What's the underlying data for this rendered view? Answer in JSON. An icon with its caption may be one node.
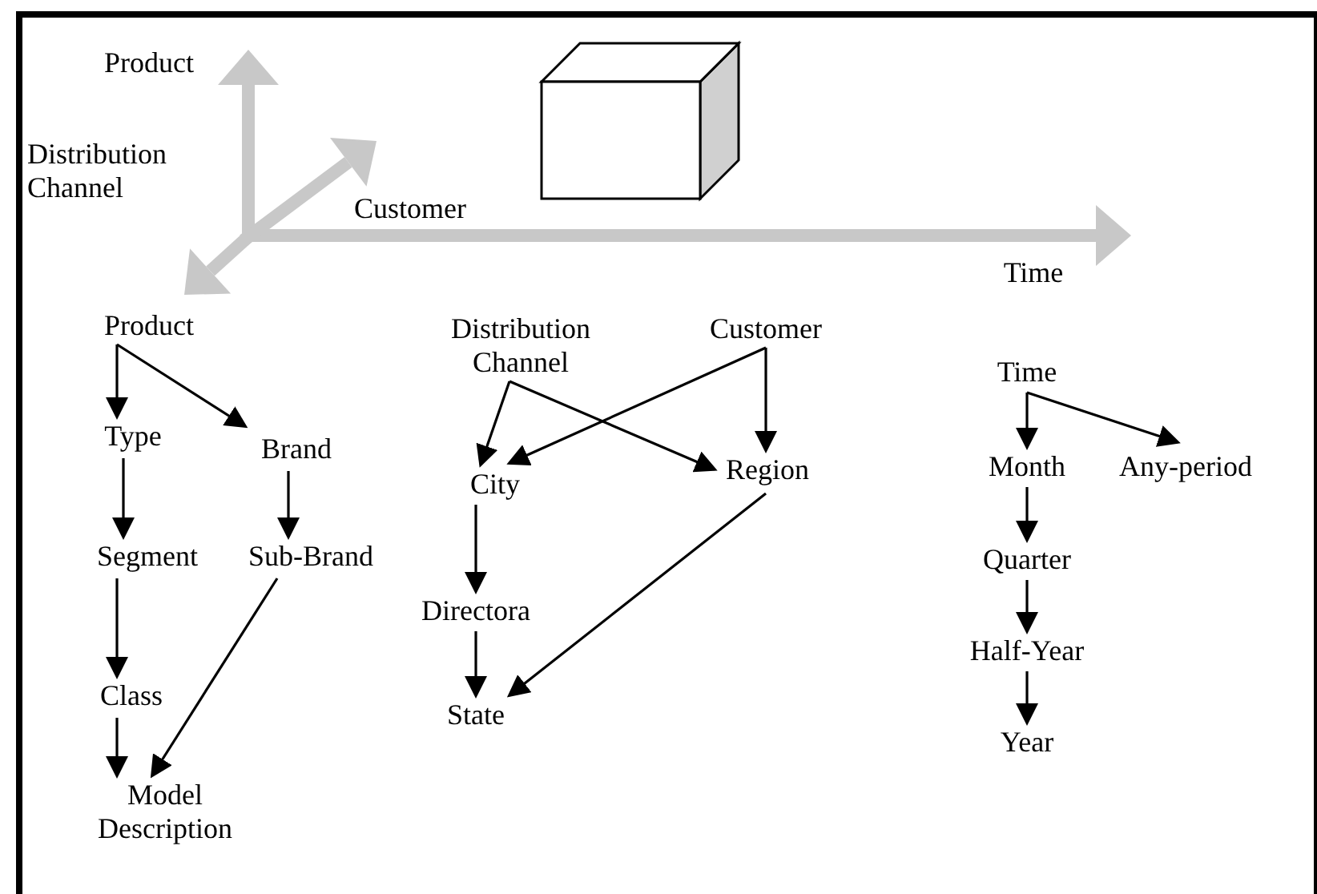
{
  "diagram": {
    "nodes": [
      {
        "text": [
          "Product"
        ]
      },
      {
        "text": [
          "Type"
        ]
      },
      {
        "text": [
          "Brand"
        ]
      },
      {
        "text": [
          "Segment"
        ]
      },
      {
        "text": [
          "Sub-Brand"
        ]
      },
      {
        "text": [
          "Class"
        ]
      },
      {
        "text": [
          "Model Description"
        ]
      },
      {
        "text": [
          "Distribution Channel"
        ]
      },
      {
        "text": [
          "Customer"
        ]
      },
      {
        "text": [
          "City"
        ]
      },
      {
        "text": [
          "Region"
        ]
      },
      {
        "text": [
          "Directora"
        ]
      },
      {
        "text": [
          "State"
        ]
      },
      {
        "text": [
          "Time"
        ]
      },
      {
        "text": [
          "Month"
        ]
      },
      {
        "text": [
          "Any-period"
        ]
      },
      {
        "text": [
          "Quarter"
        ]
      },
      {
        "text": [
          "Half-Year"
        ]
      },
      {
        "text": [
          "Year"
        ]
      }
    ],
    "edges": [
      {
        "from": 0,
        "to": 1,
        "arrow": "to"
      },
      {
        "from": 0,
        "to": 2,
        "arrow": "to"
      },
      {
        "from": 1,
        "to": 3,
        "arrow": "to"
      },
      {
        "from": 2,
        "to": 4,
        "arrow": "to"
      },
      {
        "from": 3,
        "to": 5,
        "arrow": "to"
      },
      {
        "from": 4,
        "to": 6,
        "arrow": "to"
      },
      {
        "from": 5,
        "to": 6,
        "arrow": "to"
      },
      {
        "from": 7,
        "to": 9,
        "arrow": "to"
      },
      {
        "from": 7,
        "to": 10,
        "arrow": "to"
      },
      {
        "from": 8,
        "to": 9,
        "arrow": "to"
      },
      {
        "from": 8,
        "to": 10,
        "arrow": "to"
      },
      {
        "from": 9,
        "to": 11,
        "arrow": "to"
      },
      {
        "from": 11,
        "to": 12,
        "arrow": "to"
      },
      {
        "from": 10,
        "to": 12,
        "arrow": "to"
      },
      {
        "from": 13,
        "to": 14,
        "arrow": "to"
      },
      {
        "from": 13,
        "to": 15,
        "arrow": "to"
      },
      {
        "from": 14,
        "to": 16,
        "arrow": "to"
      },
      {
        "from": 16,
        "to": 17,
        "arrow": "to"
      },
      {
        "from": 17,
        "to": 18,
        "arrow": "to"
      }
    ],
    "labels": [
      "Product",
      "Distribution Channel",
      "Customer",
      "Time"
    ]
  }
}
